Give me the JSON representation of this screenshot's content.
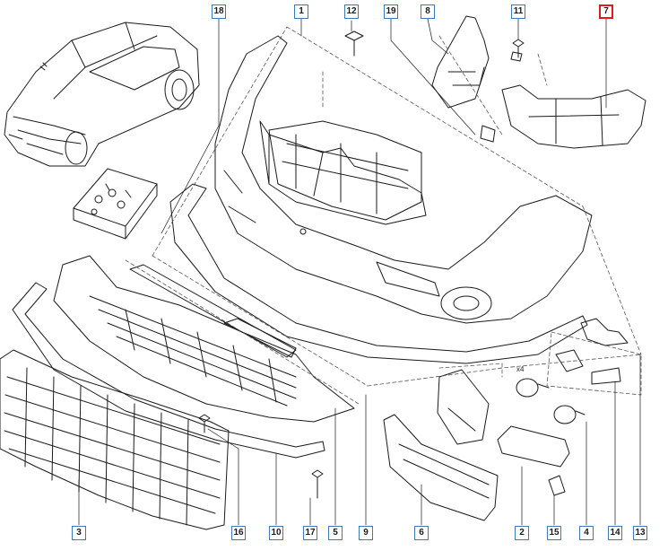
{
  "callouts": {
    "c18": "18",
    "c1": "1",
    "c12": "12",
    "c19": "19",
    "c8": "8",
    "c11": "11",
    "c7": "7",
    "c3": "3",
    "c16": "16",
    "c10": "10",
    "c17": "17",
    "c5": "5",
    "c9": "9",
    "c6": "6",
    "c2": "2",
    "c15": "15",
    "c4": "4",
    "c14": "14",
    "c13": "13"
  },
  "quantity_markers": {
    "fog_lamp_qty": "x4"
  },
  "highlight_color": "#e01b1b",
  "callout_border_color": "#3a7bbf",
  "highlighted_callout": "7"
}
